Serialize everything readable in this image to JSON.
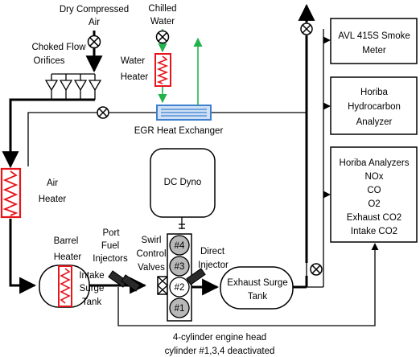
{
  "labels": {
    "dry_air_1": "Dry Compressed",
    "dry_air_2": "Air",
    "chilled_1": "Chilled",
    "chilled_2": "Water",
    "orifices_1": "Choked Flow",
    "orifices_2": "Orifices",
    "water_heater_1": "Water",
    "water_heater_2": "Heater",
    "egr": "EGR Heat Exchanger",
    "air_heater_1": "Air",
    "air_heater_2": "Heater",
    "dc_dyno": "DC Dyno",
    "barrel_1": "Barrel",
    "barrel_2": "Heater",
    "pfi_1": "Port",
    "pfi_2": "Fuel",
    "pfi_3": "Injectors",
    "swirl_1": "Swirl",
    "swirl_2": "Control",
    "swirl_3": "Valves",
    "di_1": "Direct",
    "di_2": "Injector",
    "intake_1": "Intake",
    "intake_2": "Surge",
    "intake_3": "Tank",
    "exhaust_1": "Exhaust Surge",
    "exhaust_2": "Tank",
    "cyl4": "#4",
    "cyl3": "#3",
    "cyl2": "#2",
    "cyl1": "#1",
    "engine_1": "4-cylinder engine head",
    "engine_2": "cylinder #1,3,4 deactivated",
    "smoke_1": "AVL 415S Smoke",
    "smoke_2": "Meter",
    "hc_1": "Horiba",
    "hc_2": "Hydrocarbon",
    "hc_3": "Analyzer",
    "an_1": "Horiba Analyzers",
    "an_2": "NOx",
    "an_3": "CO",
    "an_4": "O2",
    "an_5": "Exhaust CO2",
    "an_6": "Intake CO2"
  },
  "colors": {
    "heater_red": "#e8141c",
    "water_green": "#22b24c",
    "exchanger_blue": "#3f7fd0",
    "cylinder_gray": "#b8b8b8"
  }
}
